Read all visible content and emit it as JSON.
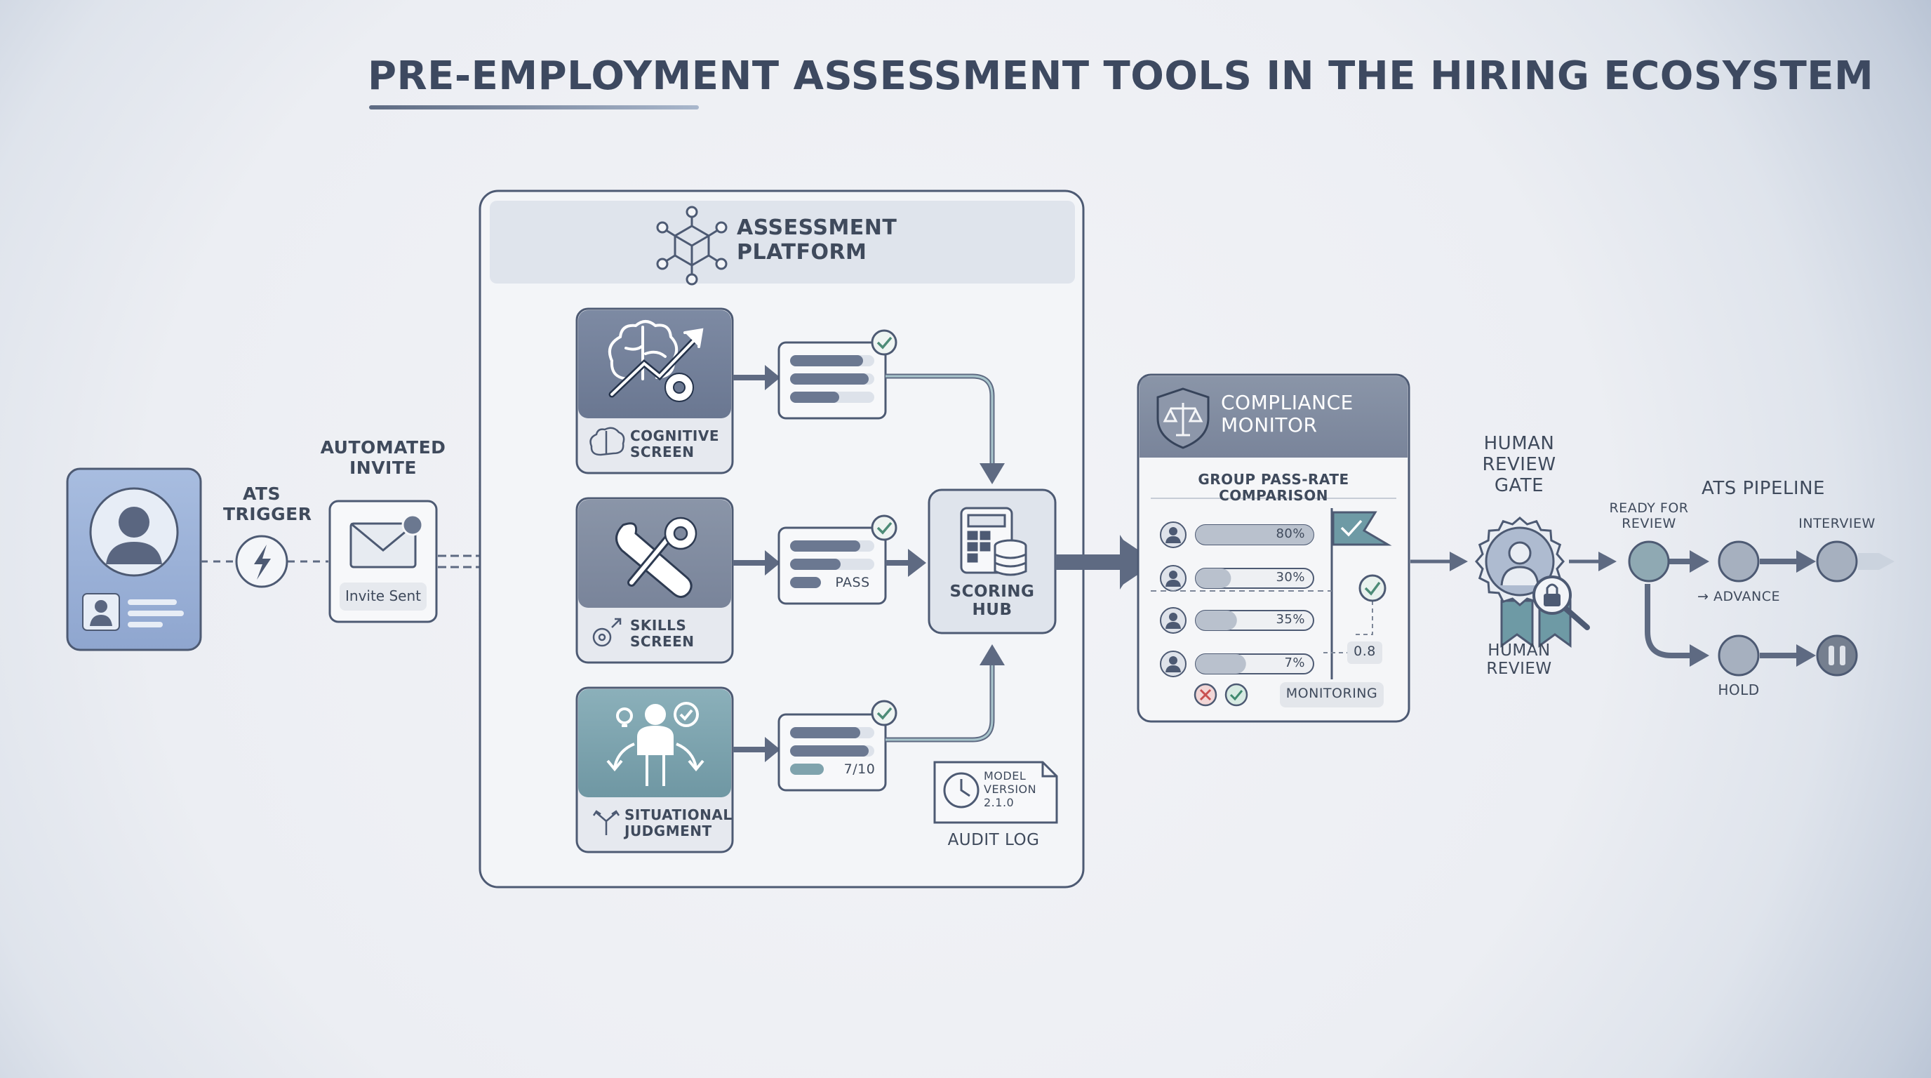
{
  "title": "PRE-EMPLOYMENT ASSESSMENT TOOLS IN THE HIRING ECOSYSTEM",
  "trigger": {
    "line1": "ATS",
    "line2": "TRIGGER"
  },
  "invite": {
    "heading1": "AUTOMATED",
    "heading2": "INVITE",
    "status": "Invite Sent"
  },
  "platform": {
    "title1": "ASSESSMENT",
    "title2": "PLATFORM",
    "modules": [
      {
        "line1": "COGNITIVE",
        "line2": "SCREEN",
        "result": ""
      },
      {
        "line1": "SKILLS",
        "line2": "SCREEN",
        "result": "PASS"
      },
      {
        "line1": "SITUATIONAL",
        "line2": "JUDGMENT",
        "result": "7/10"
      }
    ],
    "hub": {
      "line1": "SCORING",
      "line2": "HUB"
    },
    "audit": {
      "line1": "MODEL",
      "line2": "VERSION",
      "line3": "2.1.0",
      "label": "AUDIT LOG"
    }
  },
  "compliance": {
    "title1": "COMPLIANCE",
    "title2": "MONITOR",
    "subtitle": "GROUP PASS-RATE COMPARISON",
    "groups": [
      {
        "label": "80%",
        "value": 80
      },
      {
        "label": "30%",
        "value": 30
      },
      {
        "label": "35%",
        "value": 35
      },
      {
        "label": "7%",
        "value": 7
      }
    ],
    "ratio": "0.8",
    "status": "MONITORING"
  },
  "review": {
    "top1": "HUMAN",
    "top2": "REVIEW",
    "top3": "GATE",
    "bottom1": "HUMAN",
    "bottom2": "REVIEW"
  },
  "pipeline": {
    "title": "ATS PIPELINE",
    "ready1": "READY FOR",
    "ready2": "REVIEW",
    "advance": "→ ADVANCE",
    "interview": "INTERVIEW",
    "hold": "HOLD"
  },
  "colors": {
    "dark_node": "#68758d",
    "arrow": "#5e6a82",
    "teal": "#7fa3ad",
    "check_green": "#5fa28a",
    "reject_red": "#d66a6a",
    "candidate_blue": "#8ea6cf"
  }
}
